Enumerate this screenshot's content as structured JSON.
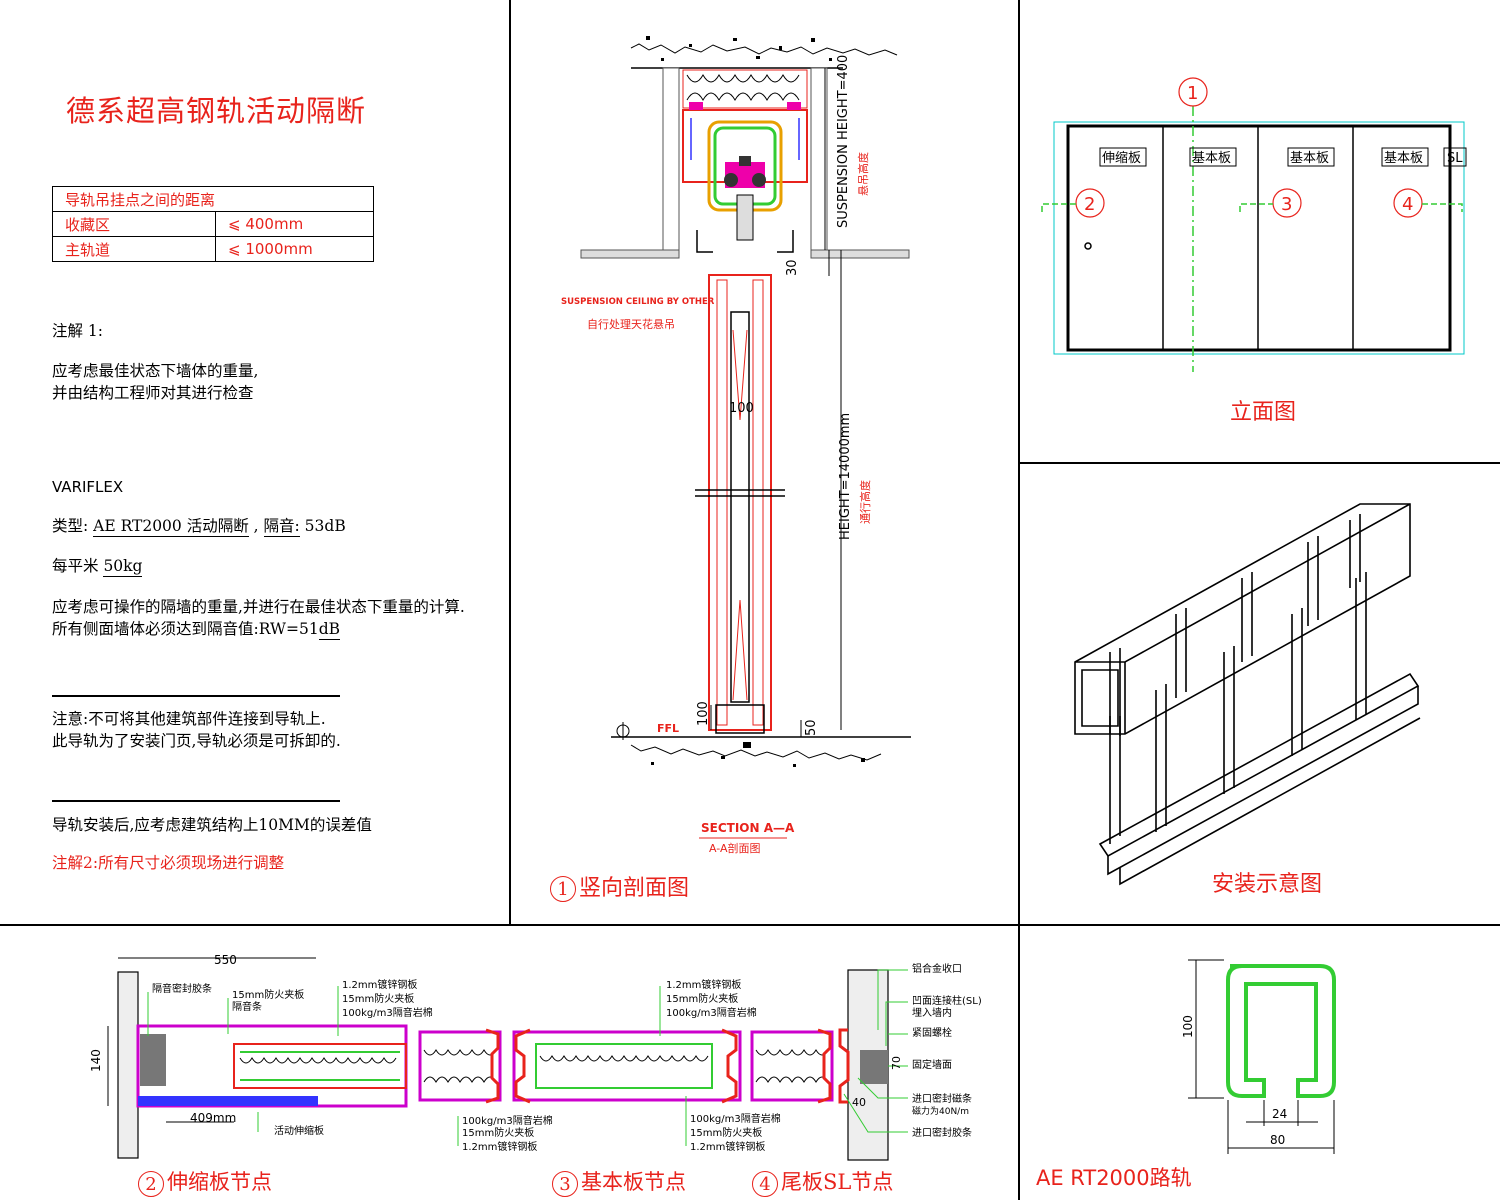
{
  "title": "德系超高钢轨活动隔断",
  "spec_table": {
    "header": "导轨吊挂点之间的距离",
    "rows": [
      {
        "label": "收藏区",
        "value": "⩽ 400mm"
      },
      {
        "label": "主轨道",
        "value": "⩽ 1000mm"
      }
    ]
  },
  "notes": {
    "note1_title": "注解 1:",
    "note1_line1": "应考虑最佳状态下墙体的重量,",
    "note1_line2": "并由结构工程师对其进行检查",
    "brand": "VARIFLEX",
    "type_prefix": "类型: ",
    "type_value": "AE RT2000 活动隔断",
    "type_mid": " , ",
    "sound_label": "隔音:",
    "sound_value": "  53dB",
    "weight_label": "每平米 ",
    "weight_value": "50kg",
    "calc_line1": "应考虑可操作的隔墙的重量,并进行在最佳状态下重量的计算.",
    "calc_line2_prefix": "所有侧面墙体必须达到隔音值:RW=51",
    "calc_line2_unit": "dB",
    "caution_line1": "注意:不可将其他建筑部件连接到导轨上.",
    "caution_line2": "此导轨为了安装门页,导轨必须是可拆卸的.",
    "tolerance": "导轨安装后,应考虑建筑结构上10MM的误差值",
    "note2": "注解2:所有尺寸必须现场进行调整"
  },
  "section": {
    "dim_suspension": "SUSPENSION HEIGHT=400",
    "dim_suspension_cn": "悬吊高度",
    "dim_30": "30",
    "suspension_ceiling": "SUSPENSION CEILING BY OTHER",
    "suspension_ceiling_cn": "自行处理天花悬吊",
    "dim_100_mid": "100",
    "dim_height": "HEIGHT=14000mm",
    "dim_height_cn": "通行高度",
    "ffl": "FFL",
    "dim_100_bottom": "100",
    "dim_50": "50",
    "section_title": "SECTION A—A",
    "section_title_cn": "A-A剖面图",
    "caption_num": "1",
    "caption": "竖向剖面图"
  },
  "elevation": {
    "marker1": "1",
    "marker2": "2",
    "marker3": "3",
    "marker4": "4",
    "panel_labels": [
      "伸缩板",
      "基本板",
      "基本板",
      "基本板"
    ],
    "sl_label": "SL",
    "caption": "立面图"
  },
  "install": {
    "caption": "安装示意图"
  },
  "details": {
    "dim_550": "550",
    "dim_140": "140",
    "dim_409": "409mm",
    "label_seal": "隔音密封胶条",
    "label_board15": "15mm防火夹板",
    "label_sound": "隔音条",
    "label_steel": "1.2mm镀锌钢板",
    "label_fire": "15mm防火夹板",
    "label_wool": "100kg/m3隔音岩棉",
    "label_telescopic": "活动伸缩板",
    "label_wool2": "100kg/m3隔音岩棉",
    "label_fire2": "15mm防火夹板",
    "label_steel2": "1.2mm镀锌钢板",
    "basic_steel": "1.2mm镀锌钢板",
    "basic_fire": "15mm防火夹板",
    "basic_wool": "100kg/m3隔音岩棉",
    "basic_wool2": "100kg/m3隔音岩棉",
    "basic_fire2": "15mm防火夹板",
    "basic_steel2": "1.2mm镀锌钢板",
    "sl_alu": "铝合金收口",
    "sl_post": "凹面连接柱(SL)",
    "sl_embed": "埋入墙内",
    "sl_bolt": "紧固螺栓",
    "sl_wall": "固定墙面",
    "sl_magnet": "进口密封磁条",
    "sl_magnet_force": "磁力为40N/m",
    "sl_gasket": "进口密封胶条",
    "dim_70": "70",
    "dim_40": "40",
    "cap2_num": "2",
    "cap2": "伸缩板节点",
    "cap3_num": "3",
    "cap3": "基本板节点",
    "cap4_num": "4",
    "cap4": "尾板SL节点"
  },
  "rail": {
    "dim_100": "100",
    "dim_24": "24",
    "dim_80": "80",
    "caption": "AE RT2000路轨"
  }
}
